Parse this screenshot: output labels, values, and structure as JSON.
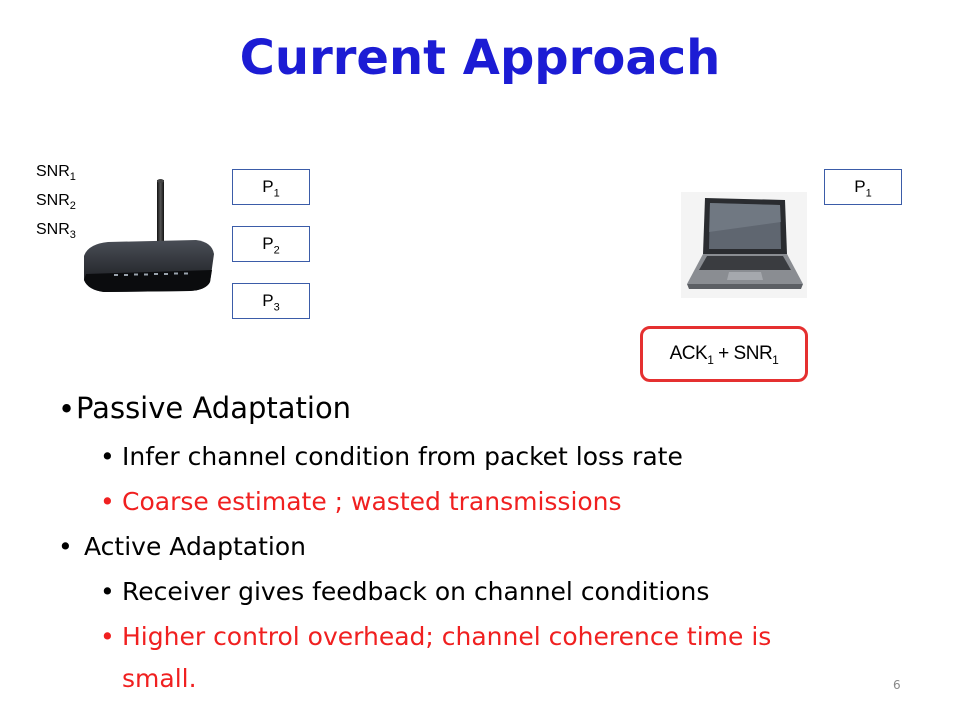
{
  "slide": {
    "title": "Current Approach",
    "page_number": "6"
  },
  "sender": {
    "snr_labels": [
      {
        "base": "SNR",
        "sub": "1"
      },
      {
        "base": "SNR",
        "sub": "2"
      },
      {
        "base": "SNR",
        "sub": "3"
      }
    ],
    "packets": [
      {
        "base": "P",
        "sub": "1"
      },
      {
        "base": "P",
        "sub": "2"
      },
      {
        "base": "P",
        "sub": "3"
      }
    ]
  },
  "receiver": {
    "packet": {
      "base": "P",
      "sub": "1"
    },
    "feedback": {
      "prefix": "ACK",
      "sub": "1",
      "middle": " + SNR",
      "sub2": "1"
    }
  },
  "bullets": {
    "passive": {
      "heading": "Passive Adaptation",
      "points": [
        "Infer channel condition from packet loss rate",
        "Coarse estimate ; wasted transmissions"
      ]
    },
    "active": {
      "heading": "Active Adaptation",
      "points": [
        "Receiver gives feedback on channel conditions",
        "Higher control overhead; channel coherence time is",
        "small."
      ]
    }
  },
  "colors": {
    "title": "#1c1cd4",
    "highlight_text": "#f02020",
    "feedback_border": "#e53030",
    "packet_border": "#3b5ca8"
  },
  "icons": {
    "router": "wireless-router-icon",
    "laptop": "laptop-icon"
  }
}
